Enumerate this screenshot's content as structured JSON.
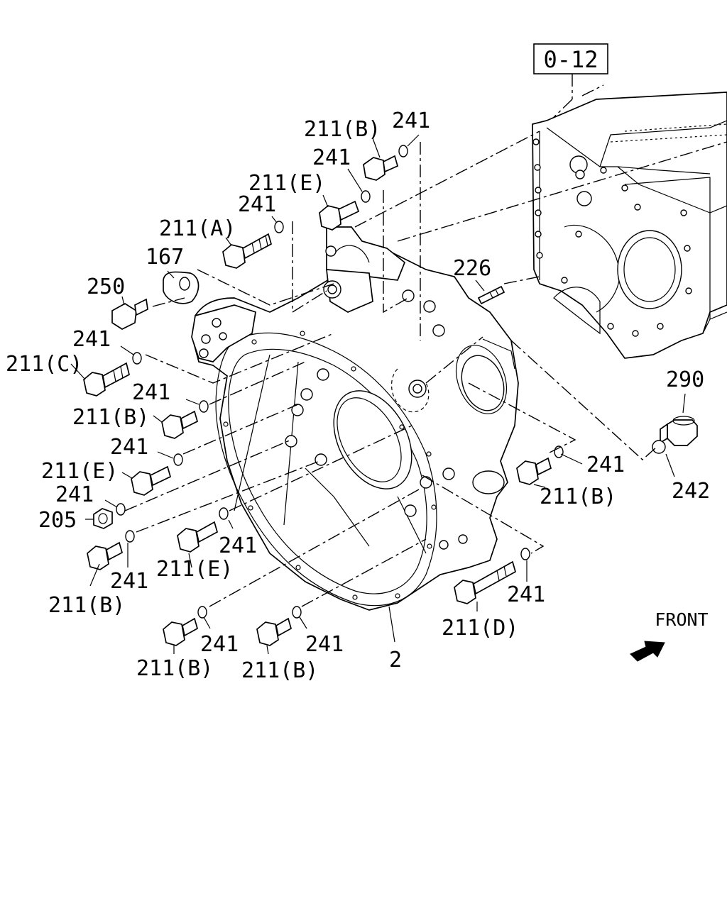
{
  "reference": {
    "label": "0-12"
  },
  "front": {
    "label": "FRONT"
  },
  "callouts": {
    "c211b_top": "211(B)",
    "c241_top_right": "241",
    "c241_top": "241",
    "c211e_top": "211(E)",
    "c241_upper": "241",
    "c211a": "211(A)",
    "c167": "167",
    "c250": "250",
    "c226": "226",
    "c290": "290",
    "c241_left1": "241",
    "c211c": "211(C)",
    "c241_left2": "241",
    "c211b_left": "211(B)",
    "c241_left3": "241",
    "c211e_left": "211(E)",
    "c241_left4": "241",
    "c205": "205",
    "c241_right": "241",
    "c211b_right": "211(B)",
    "c242": "242",
    "c241_mid": "241",
    "c211e_mid": "211(E)",
    "c241_lower_left": "241",
    "c211b_lower_left": "211(B)",
    "c241_bottom_d": "241",
    "c211d": "211(D)",
    "c241_bottom1": "241",
    "c211b_bottom1": "211(B)",
    "c241_bottom2": "241",
    "c211b_bottom2": "211(B)",
    "c2": "2"
  }
}
